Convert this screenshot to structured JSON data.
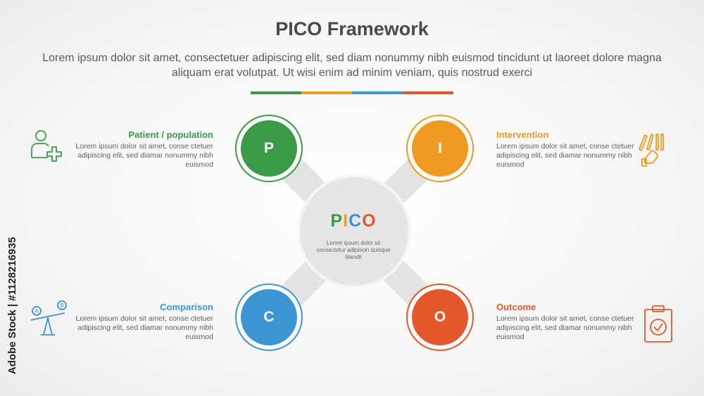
{
  "title": "PICO Framework",
  "subtitle": "Lorem ipsum dolor sit amet, consectetuer adipiscing elit, sed diam nonummy nibh euismod tincidunt ut laoreet dolore magna aliquam erat volutpat. Ut wisi enim ad minim veniam, quis nostrud exerci",
  "colors": {
    "green": "#3a9a47",
    "orange": "#ef9a22",
    "blue": "#3d96d4",
    "red": "#e4572b",
    "hub": "#e6e6e6",
    "arm": "#e3e3e3"
  },
  "center": {
    "title_letters": [
      "P",
      "I",
      "C",
      "O"
    ],
    "desc": "Lorem ipsum dolor sit consectetur adipiscin quisque blandit"
  },
  "nodes": {
    "p": {
      "letter": "P",
      "heading": "Patient / population",
      "desc": "Lorem ipsum dolor sit amet, conse ctetuer adipiscing elit, sed diamar nonummy nibh euismod",
      "icon": "patient-plus-icon"
    },
    "i": {
      "letter": "I",
      "heading": "Intervention",
      "desc": "Lorem ipsum dolor sit amet, conse ctetuer adipiscing elit, sed diamar nonummy nibh euismod",
      "icon": "hand-dominoes-icon"
    },
    "c": {
      "letter": "C",
      "heading": "Comparison",
      "desc": "Lorem ipsum dolor sit amet, conse ctetuer adipiscing elit, sed diamar nonummy nibh euismod",
      "icon": "seesaw-balance-icon",
      "icon_labels": [
        "A",
        "B"
      ]
    },
    "o": {
      "letter": "O",
      "heading": "Outcome",
      "desc": "Lorem ipsum dolor sit amet, conse ctetuer adipiscing elit, sed diamar nonummy nibh euismod",
      "icon": "clipboard-check-icon"
    }
  },
  "watermark": "Adobe Stock | #1128216935"
}
